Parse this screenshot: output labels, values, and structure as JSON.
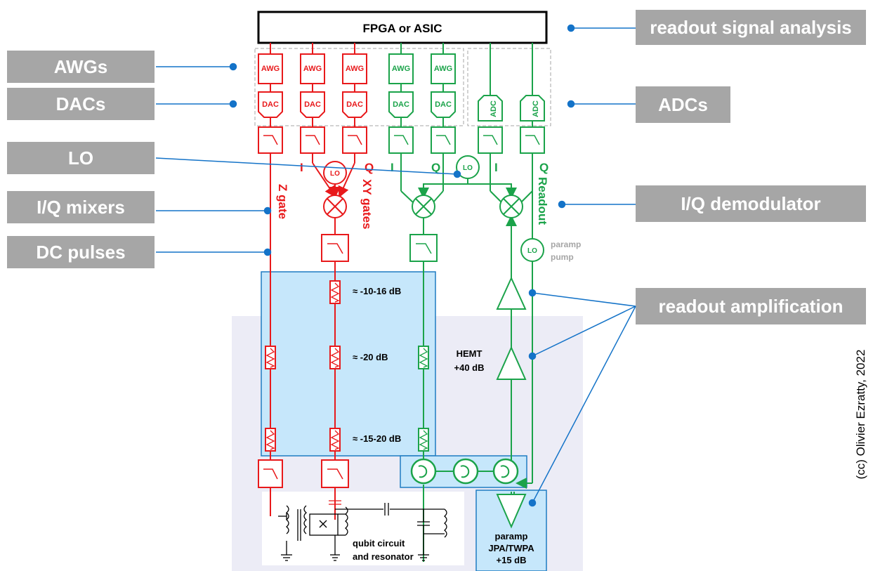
{
  "colors": {
    "red": "#e8191b",
    "green": "#1ba34a",
    "blue": "#1473c8",
    "label_bg": "#a6a6a6",
    "cryo_bg": "#ececf6",
    "att_box": "#c6e7fb",
    "att_border": "#1f7cc2",
    "grey_text": "#a6a6a6"
  },
  "side_labels": {
    "awgs": "AWGs",
    "dacs": "DACs",
    "lo": "LO",
    "iq_mixers": "I/Q mixers",
    "dc_pulses": "DC pulses",
    "readout_signal_analysis": "readout signal analysis",
    "adcs": "ADCs",
    "iq_demodulator": "I/Q demodulator",
    "readout_amplification": "readout amplification"
  },
  "fpga": "FPGA or ASIC",
  "awg": "AWG",
  "dac": "DAC",
  "adc": "ADC",
  "lo": "LO",
  "channel": {
    "i": "I",
    "q": "Q",
    "z_gate": "Z gate",
    "xy_gates": "XY gates",
    "readout": "Readout"
  },
  "attenuation": [
    "≈ -10-16 dB",
    "≈ -20 dB",
    "≈ -15-20 dB"
  ],
  "hemt": [
    "HEMT",
    "+40 dB"
  ],
  "paramp_pump": [
    "paramp",
    "pump"
  ],
  "paramp": [
    "paramp",
    "JPA/TWPA",
    "+15 dB"
  ],
  "qubit": [
    "qubit circuit",
    "and resonator"
  ],
  "credit": "(cc) Olivier Ezratty, 2022"
}
